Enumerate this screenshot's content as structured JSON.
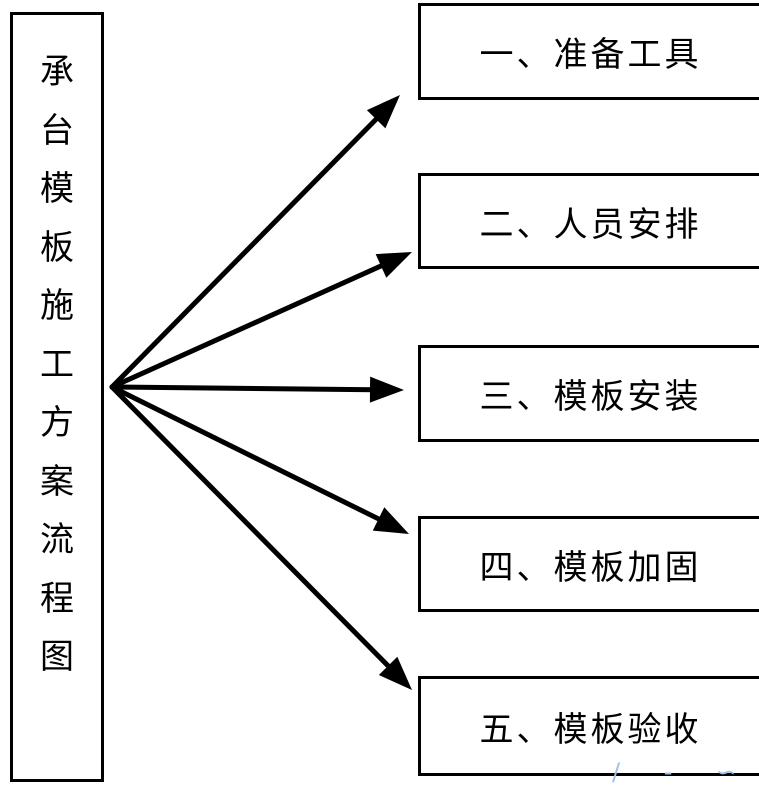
{
  "title": "承台模板施工方案流程图",
  "steps": [
    {
      "label": "一、准备工具"
    },
    {
      "label": "二、人员安排"
    },
    {
      "label": "三、模板安装"
    },
    {
      "label": "四、模板加固"
    },
    {
      "label": "五、模板验收"
    }
  ],
  "colors": {
    "line": "#000000",
    "background": "#ffffff",
    "watermark": "#9ec1ea"
  }
}
